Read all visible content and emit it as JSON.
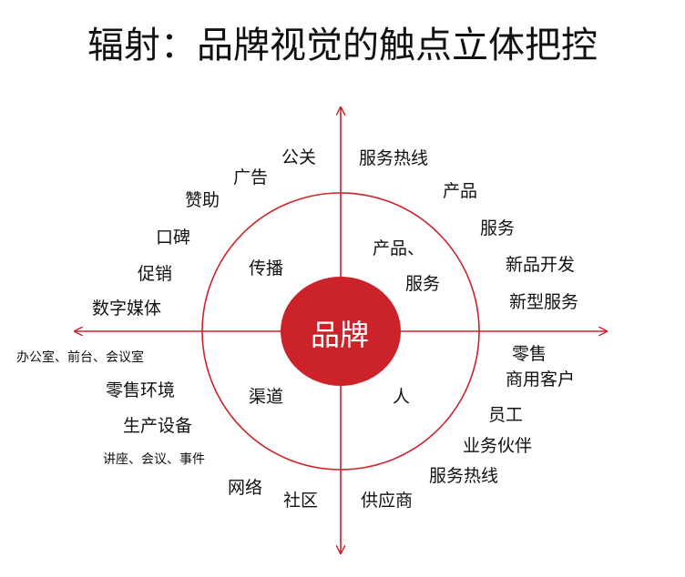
{
  "title": "辐射：品牌视觉的触点立体把控",
  "center": "品牌",
  "colors": {
    "accent": "#cc2229"
  },
  "inner": {
    "top_left": "传播",
    "top_right_1": "产品、",
    "top_right_2": "服务",
    "bottom_left": "渠道",
    "bottom_right": "人"
  },
  "outer": {
    "top_left": [
      "公关",
      "广告",
      "赞助",
      "口碑",
      "促销",
      "数字媒体"
    ],
    "top_right": [
      "服务热线",
      "产品",
      "服务",
      "新品开发",
      "新型服务"
    ],
    "bottom_left": [
      "办公室、前台、会议室",
      "零售环境",
      "生产设备",
      "讲座、会议、事件",
      "网络",
      "社区"
    ],
    "bottom_right": [
      "零售",
      "商用客户",
      "员工",
      "业务伙伴",
      "服务热线",
      "供应商"
    ]
  }
}
